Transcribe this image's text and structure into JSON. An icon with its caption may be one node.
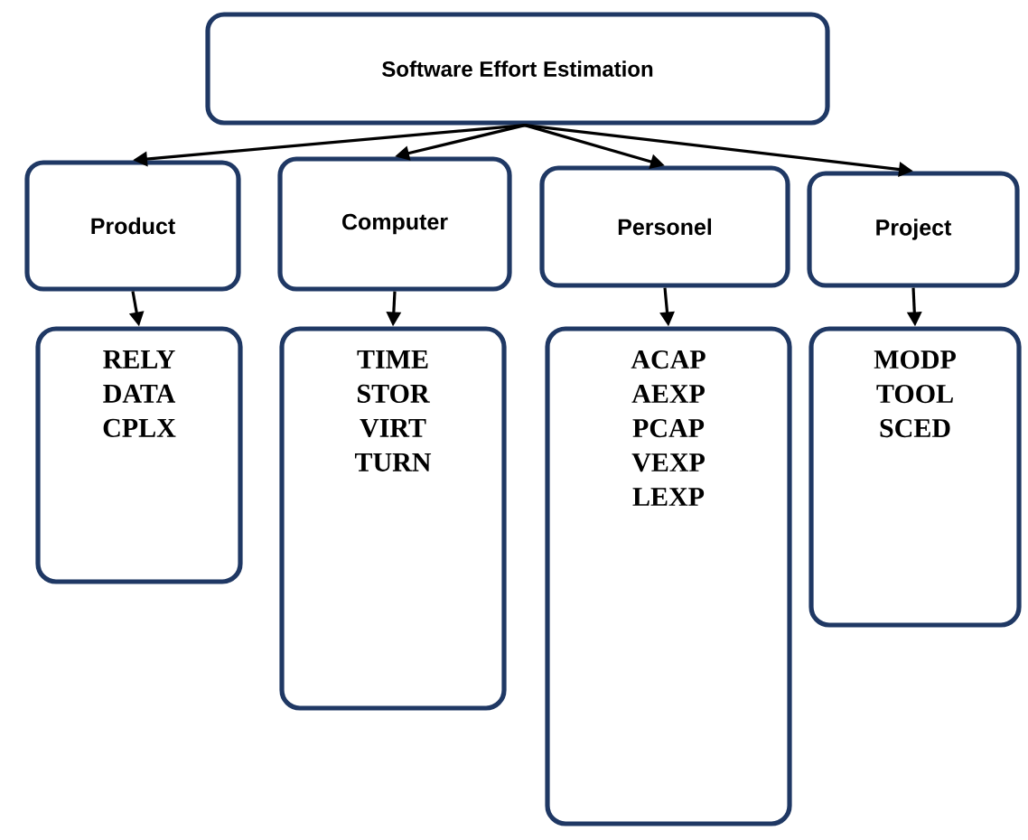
{
  "diagram": {
    "nodes": [
      {
        "text": [
          "Software Effort Estimation"
        ]
      },
      {
        "text": [
          "Product"
        ]
      },
      {
        "text": [
          "Computer"
        ]
      },
      {
        "text": [
          "Personel"
        ]
      },
      {
        "text": [
          "Project"
        ]
      },
      {
        "text": [
          "RELY",
          "DATA",
          "CPLX"
        ]
      },
      {
        "text": [
          "TIME",
          "STOR",
          "VIRT",
          "TURN"
        ]
      },
      {
        "text": [
          "ACAP",
          "AEXP",
          "PCAP",
          "VEXP",
          "LEXP"
        ]
      },
      {
        "text": [
          "MODP",
          "TOOL",
          "SCED"
        ]
      }
    ],
    "edges": [
      {
        "from": 0,
        "to": 1,
        "arrow": "to"
      },
      {
        "from": 0,
        "to": 2,
        "arrow": "to"
      },
      {
        "from": 0,
        "to": 3,
        "arrow": "to"
      },
      {
        "from": 0,
        "to": 4,
        "arrow": "to"
      },
      {
        "from": 1,
        "to": 5,
        "arrow": "to"
      },
      {
        "from": 2,
        "to": 6,
        "arrow": "to"
      },
      {
        "from": 3,
        "to": 7,
        "arrow": "to"
      },
      {
        "from": 4,
        "to": 8,
        "arrow": "to"
      }
    ]
  }
}
